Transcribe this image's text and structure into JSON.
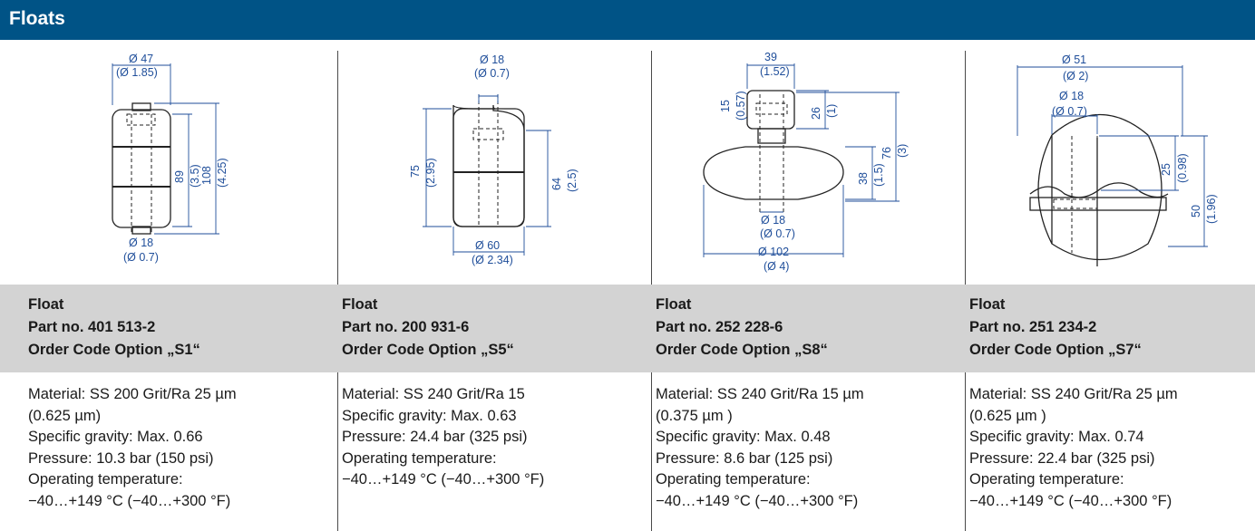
{
  "header": {
    "title": "Floats"
  },
  "floats": [
    {
      "title": "Float",
      "part": "Part no. 401 513-2",
      "order": "Order Code Option „S1“",
      "desc": [
        "Material: SS 200 Grit/Ra 25 µm",
        "(0.625 µm)",
        "Specific gravity: Max. 0.66",
        "Pressure: 10.3 bar (150 psi)",
        "Operating temperature:",
        "−40…+149 °C (−40…+300 °F)"
      ],
      "dims": {
        "d_top": "Ø 47",
        "d_top_in": "(Ø 1.85)",
        "h1": "89",
        "h1_in": "(3.5)",
        "h2": "108",
        "h2_in": "(4.25)",
        "d_bot": "Ø 18",
        "d_bot_in": "(Ø 0.7)"
      }
    },
    {
      "title": "Float",
      "part": "Part no. 200 931-6",
      "order": "Order Code Option „S5“",
      "desc": [
        "Material: SS 240 Grit/Ra 15",
        "Specific gravity: Max. 0.63",
        "Pressure: 24.4 bar (325 psi)",
        "Operating temperature:",
        "−40…+149 °C (−40…+300 °F)"
      ],
      "dims": {
        "d_top": "Ø 18",
        "d_top_in": "(Ø 0.7)",
        "h_left": "75",
        "h_left_in": "(2.95)",
        "h_right": "64",
        "h_right_in": "(2.5)",
        "d_bot": "Ø 60",
        "d_bot_in": "(Ø 2.34)"
      }
    },
    {
      "title": "Float",
      "part": "Part no. 252 228-6",
      "order": "Order Code Option „S8“",
      "desc": [
        "Material: SS 240 Grit/Ra 15 µm",
        "(0.375 µm )",
        "Specific gravity: Max. 0.48",
        "Pressure: 8.6 bar (125 psi)",
        "Operating temperature:",
        "−40…+149 °C (−40…+300 °F)"
      ],
      "dims": {
        "w_top": "39",
        "w_top_in": "(1.52)",
        "h_top": "15",
        "h_top_in": "(0.57)",
        "h_mid": "26",
        "h_mid_in": "(1)",
        "h_body": "38",
        "h_body_in": "(1.5)",
        "h_total": "76",
        "h_total_in": "(3)",
        "d_in": "Ø 18",
        "d_in_in": "(Ø 0.7)",
        "d_bot": "Ø 102",
        "d_bot_in": "(Ø 4)"
      }
    },
    {
      "title": "Float",
      "part": "Part no. 251 234-2",
      "order": "Order Code Option „S7“",
      "desc": [
        "Material: SS 240 Grit/Ra 25 µm",
        "(0.625 µm )",
        "Specific gravity: Max. 0.74",
        "Pressure: 22.4 bar (325 psi)",
        "Operating temperature:",
        "−40…+149 °C (−40…+300 °F)"
      ],
      "dims": {
        "d_outer": "Ø 51",
        "d_outer_in": "(Ø 2)",
        "d_inner": "Ø 18",
        "d_inner_in": "(Ø 0.7)",
        "h_half": "25",
        "h_half_in": "(0.98)",
        "h_total": "50",
        "h_total_in": "(1.96)"
      }
    }
  ]
}
